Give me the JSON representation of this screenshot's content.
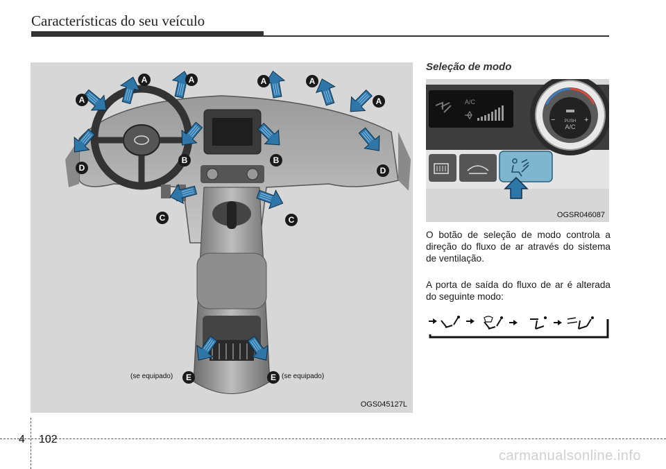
{
  "header": {
    "title": "Características do seu veículo"
  },
  "main_figure": {
    "code": "OGS045127L",
    "note_left": "(se equipado)",
    "note_right": "(se equipado)",
    "vent_labels": {
      "a": "A",
      "b": "B",
      "c": "C",
      "d": "D",
      "e": "E"
    }
  },
  "section": {
    "title": "Seleção de modo"
  },
  "mode_figure": {
    "code": "OGSR046087",
    "ac_label": "A/C",
    "push_label": "PUSH",
    "knob_ac_label": "A/C",
    "minus": "−",
    "plus": "+"
  },
  "paragraphs": {
    "p1": "O botão de seleção de modo controla a direção do fluxo de ar através do sistema de ventilação.",
    "p2": "A porta de saída do fluxo de ar é alterada do seguinte modo:"
  },
  "footer": {
    "chapter": "4",
    "page": "102",
    "watermark": "carmanualsonline.info"
  },
  "colors": {
    "arrow_blue": "#2f76a8",
    "badge": "#1a1a1a",
    "panel_blue": "#7fb6cf"
  },
  "icons": [
    "vent-arrow-icon",
    "mode-face-icon",
    "mode-defrost-face-icon",
    "mode-floor-icon",
    "mode-floor-defrost-icon",
    "seat-person-icon",
    "up-arrow-icon"
  ]
}
